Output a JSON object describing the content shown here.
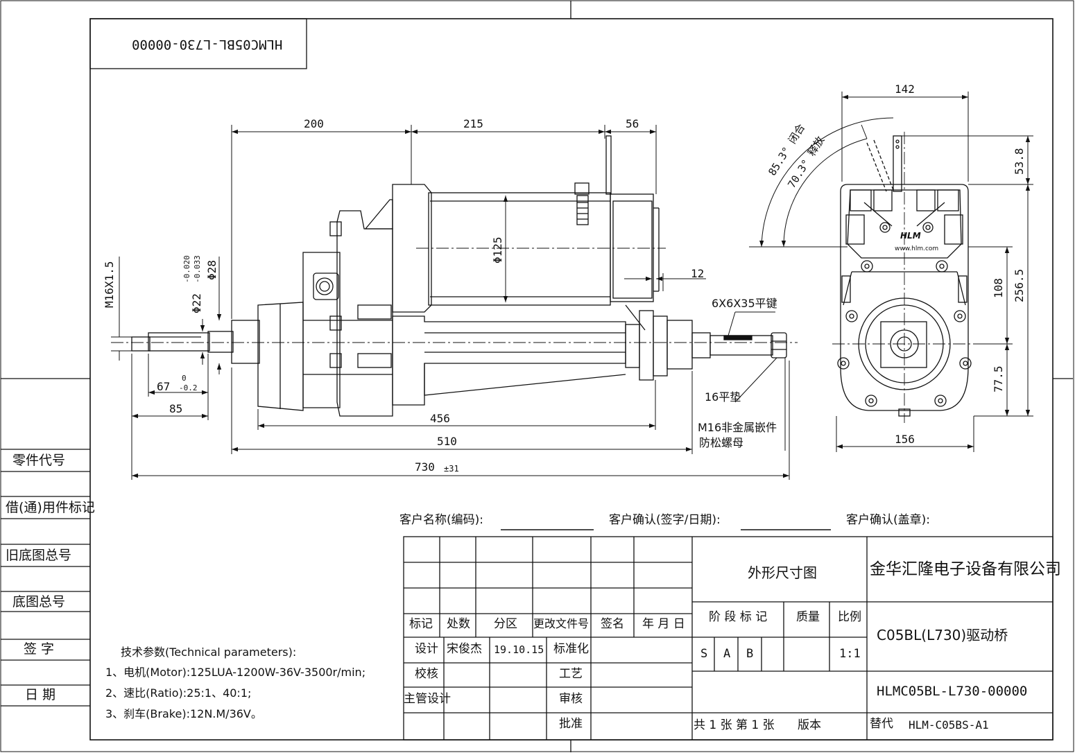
{
  "part_number_mirrored": "HLMC05BL-L730-00000",
  "dimensions": {
    "d200": "200",
    "d215": "215",
    "d56": "56",
    "d12": "12",
    "d456": "456",
    "d510": "510",
    "d730": "730",
    "d730_tol": "±31",
    "d85": "85",
    "d67": "67",
    "d67_tol_up": "0",
    "d67_tol_low": "-0.2",
    "d142": "142",
    "d156": "156",
    "d53_8": "53.8",
    "d256_5": "256.5",
    "d108": "108",
    "d77_5": "77.5",
    "dia125": "Φ125",
    "dia28": "Φ28",
    "dia22": "Φ22",
    "dia22_tol_up": "-0.020",
    "dia22_tol_low": "-0.033",
    "thread": "M16X1.5",
    "angle_close": "85.3° 闭合",
    "angle_release": "70.3° 释放"
  },
  "callouts": {
    "key": "6X6X35平键",
    "washer": "16平垫",
    "nut_line1": "M16非金属嵌件",
    "nut_line2": "防松螺母"
  },
  "brand_plate": "HLM",
  "brand_url": "www.hlm.com",
  "customer": {
    "name": "客户名称(编码):",
    "sign": "客户确认(签字/日期):",
    "stamp": "客户确认(盖章):"
  },
  "side_labels": [
    "零件代号",
    "借(通)用件标记",
    "旧底图总号",
    "底图总号",
    "签 字",
    "日 期"
  ],
  "tech": {
    "title": "技术参数(Technical parameters):",
    "line1": "1、电机(Motor):125LUA-1200W-36V-3500r/min;",
    "line2": "2、速比(Ratio):25:1、40:1;",
    "line3": "3、刹车(Brake):12N.M/36V。"
  },
  "title_block": {
    "h_mark": "标记",
    "h_count": "处数",
    "h_zone": "分区",
    "h_doc": "更改文件号",
    "h_sign": "签名",
    "h_date": "年 月 日",
    "design": "设计",
    "designer": "宋俊杰",
    "design_date": "19.10.15",
    "standard": "标准化",
    "check": "校核",
    "process": "工艺",
    "chief": "主管设计",
    "review": "审核",
    "approve": "批准",
    "drawing_title": "外形尺寸图",
    "company": "金华汇隆电子设备有限公司",
    "stage": "阶 段 标 记",
    "mass": "质量",
    "scale": "比例",
    "stage_s": "S",
    "stage_a": "A",
    "stage_b": "B",
    "scale_val": "1:1",
    "product": "C05BL(L730)驱动桥",
    "drawing_no": "HLMC05BL-L730-00000",
    "sheets": "共 1 张 第 1 张",
    "version": "版本",
    "replace": "替代",
    "replace_no": "HLM-C05BS-A1"
  }
}
